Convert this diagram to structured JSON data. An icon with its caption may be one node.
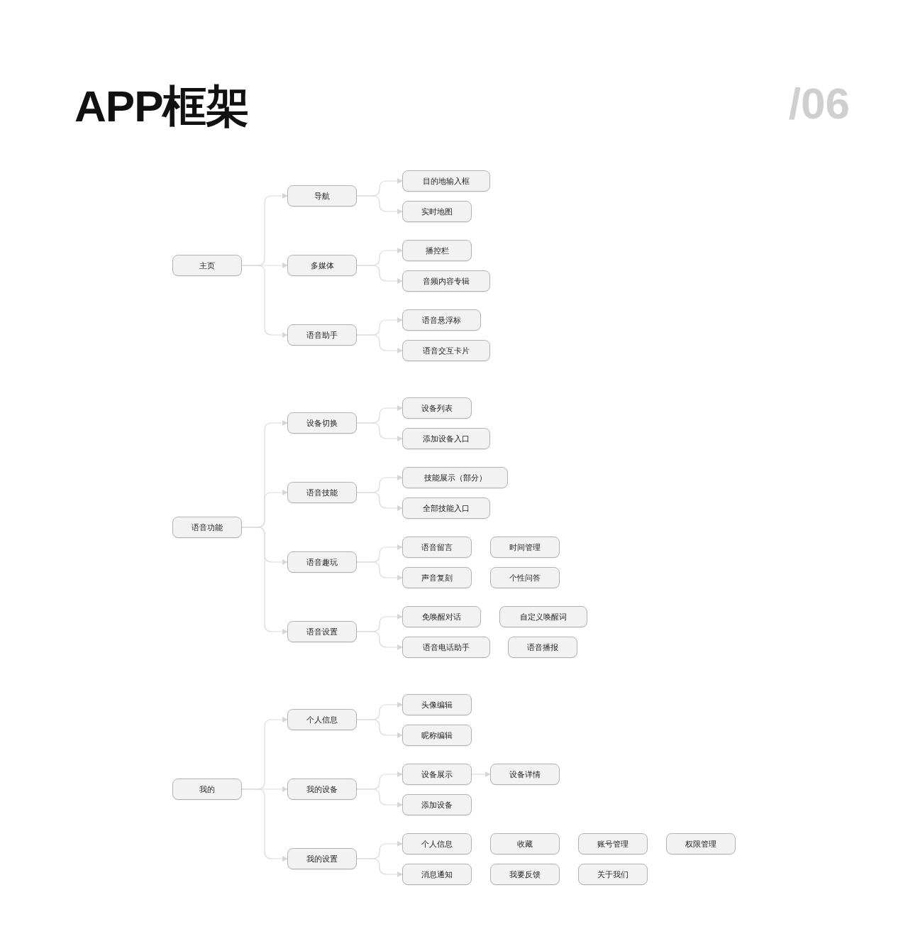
{
  "diagram": {
    "title": "APP框架",
    "nodes": [
      {
        "text": [
          "主页"
        ]
      },
      {
        "text": [
          "导航"
        ]
      },
      {
        "text": [
          "目的地输入框"
        ]
      },
      {
        "text": [
          "实时地图"
        ]
      },
      {
        "text": [
          "多媒体"
        ]
      },
      {
        "text": [
          "播控栏"
        ]
      },
      {
        "text": [
          "音频内容专辑"
        ]
      },
      {
        "text": [
          "语音助手"
        ]
      },
      {
        "text": [
          "语音悬浮标"
        ]
      },
      {
        "text": [
          "语音交互卡片"
        ]
      },
      {
        "text": [
          "语音功能"
        ]
      },
      {
        "text": [
          "设备切换"
        ]
      },
      {
        "text": [
          "设备列表"
        ]
      },
      {
        "text": [
          "添加设备入口"
        ]
      },
      {
        "text": [
          "语音技能"
        ]
      },
      {
        "text": [
          "技能展示（部分）"
        ]
      },
      {
        "text": [
          "全部技能入口"
        ]
      },
      {
        "text": [
          "语音趣玩"
        ]
      },
      {
        "text": [
          "语音留言"
        ]
      },
      {
        "text": [
          "时间管理"
        ]
      },
      {
        "text": [
          "声音复刻"
        ]
      },
      {
        "text": [
          "个性问答"
        ]
      },
      {
        "text": [
          "语音设置"
        ]
      },
      {
        "text": [
          "免唤醒对话"
        ]
      },
      {
        "text": [
          "自定义唤醒词"
        ]
      },
      {
        "text": [
          "语音电话助手"
        ]
      },
      {
        "text": [
          "语音播报"
        ]
      },
      {
        "text": [
          "我的"
        ]
      },
      {
        "text": [
          "个人信息"
        ]
      },
      {
        "text": [
          "头像编辑"
        ]
      },
      {
        "text": [
          "昵称编辑"
        ]
      },
      {
        "text": [
          "我的设备"
        ]
      },
      {
        "text": [
          "设备展示"
        ]
      },
      {
        "text": [
          "设备详情"
        ]
      },
      {
        "text": [
          "添加设备"
        ]
      },
      {
        "text": [
          "我的设置"
        ]
      },
      {
        "text": [
          "个人信息"
        ]
      },
      {
        "text": [
          "收藏"
        ]
      },
      {
        "text": [
          "账号管理"
        ]
      },
      {
        "text": [
          "权限管理"
        ]
      },
      {
        "text": [
          "消息通知"
        ]
      },
      {
        "text": [
          "我要反馈"
        ]
      },
      {
        "text": [
          "关于我们"
        ]
      }
    ],
    "edges": [
      {
        "from": 0,
        "to": 1,
        "arrow": "to"
      },
      {
        "from": 0,
        "to": 4,
        "arrow": "to"
      },
      {
        "from": 0,
        "to": 7,
        "arrow": "to"
      },
      {
        "from": 1,
        "to": 2,
        "arrow": "to"
      },
      {
        "from": 1,
        "to": 3,
        "arrow": "to"
      },
      {
        "from": 4,
        "to": 5,
        "arrow": "to"
      },
      {
        "from": 4,
        "to": 6,
        "arrow": "to"
      },
      {
        "from": 7,
        "to": 8,
        "arrow": "to"
      },
      {
        "from": 7,
        "to": 9,
        "arrow": "to"
      },
      {
        "from": 10,
        "to": 11,
        "arrow": "to"
      },
      {
        "from": 10,
        "to": 14,
        "arrow": "to"
      },
      {
        "from": 10,
        "to": 17,
        "arrow": "to"
      },
      {
        "from": 10,
        "to": 22,
        "arrow": "to"
      },
      {
        "from": 11,
        "to": 12,
        "arrow": "to"
      },
      {
        "from": 11,
        "to": 13,
        "arrow": "to"
      },
      {
        "from": 14,
        "to": 15,
        "arrow": "to"
      },
      {
        "from": 14,
        "to": 16,
        "arrow": "to"
      },
      {
        "from": 17,
        "to": 18,
        "arrow": "to"
      },
      {
        "from": 17,
        "to": 20,
        "arrow": "to"
      },
      {
        "from": 22,
        "to": 23,
        "arrow": "to"
      },
      {
        "from": 22,
        "to": 25,
        "arrow": "to"
      },
      {
        "from": 27,
        "to": 28,
        "arrow": "to"
      },
      {
        "from": 27,
        "to": 31,
        "arrow": "to"
      },
      {
        "from": 27,
        "to": 35,
        "arrow": "to"
      },
      {
        "from": 28,
        "to": 29,
        "arrow": "to"
      },
      {
        "from": 28,
        "to": 30,
        "arrow": "to"
      },
      {
        "from": 31,
        "to": 32,
        "arrow": "to"
      },
      {
        "from": 31,
        "to": 34,
        "arrow": "to"
      },
      {
        "from": 32,
        "to": 33,
        "arrow": "to"
      },
      {
        "from": 35,
        "to": 36,
        "arrow": "to"
      },
      {
        "from": 35,
        "to": 40,
        "arrow": "to"
      }
    ],
    "labels": [
      "/06"
    ]
  }
}
